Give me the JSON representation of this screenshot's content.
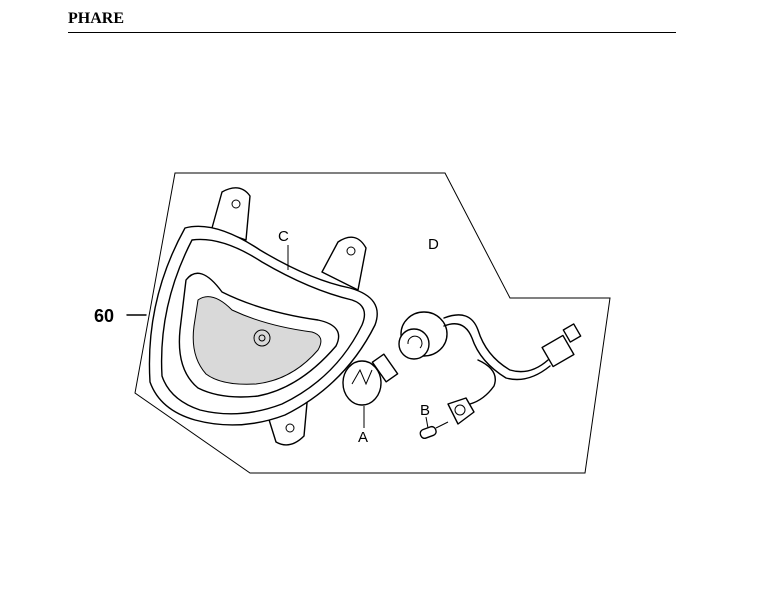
{
  "page": {
    "title": "PHARE"
  },
  "diagram": {
    "labels": {
      "part_number": "60",
      "a": "A",
      "b": "B",
      "c": "C",
      "d": "D"
    }
  }
}
